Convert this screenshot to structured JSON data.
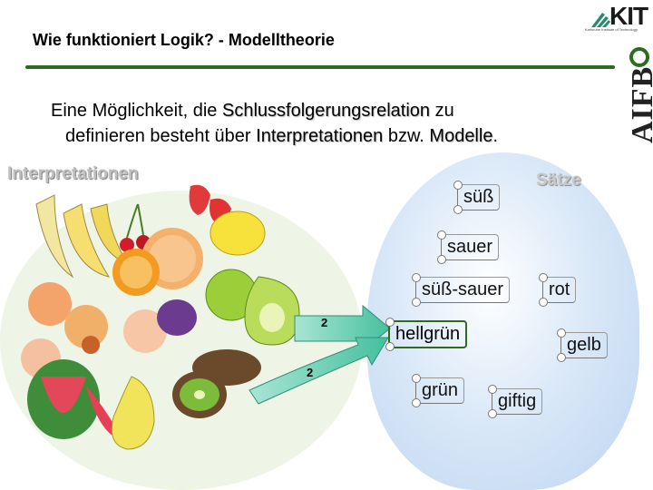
{
  "header": {
    "title": "Wie funktioniert Logik? - Modelltheorie",
    "logo_kit_text": "KIT",
    "logo_kit_subtitle": "Karlsruhe Institute of Technology",
    "logo_aifb_text": "AIFB"
  },
  "intro": {
    "line1_pre": "Eine Möglichkeit, die ",
    "line1_term": "Schlussfolgerungsrelation",
    "line1_post": " zu",
    "line2_pre": "definieren besteht über ",
    "line2_term1": "Interpretationen",
    "line2_mid": " bzw. ",
    "line2_term2": "Modelle",
    "line2_post": "."
  },
  "labels": {
    "interpretations": "Interpretationen",
    "sentences": "Sätze"
  },
  "sentences": [
    "süß",
    "sauer",
    "süß-sauer",
    "rot",
    "hellgrün",
    "gelb",
    "grün",
    "giftig"
  ],
  "arrows": {
    "upper_number": "2",
    "lower_number": "2"
  },
  "colors": {
    "rule": "#2e6b1f",
    "blob": "#bcd4f0",
    "label_gray": "#bfbfbf",
    "arrow_fill": "#6fd0b6"
  }
}
